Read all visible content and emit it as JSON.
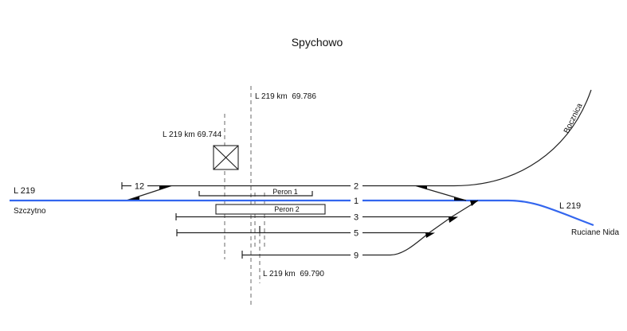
{
  "title": "Spychowo",
  "lines": {
    "left": {
      "name": "L 219",
      "destination": "Szczytno"
    },
    "right": {
      "name": "L 219",
      "destination": "Ruciane Nida"
    },
    "siding": "Bocznica"
  },
  "tracks": [
    {
      "number": "12"
    },
    {
      "number": "2"
    },
    {
      "number": "1"
    },
    {
      "number": "3"
    },
    {
      "number": "5"
    },
    {
      "number": "9"
    }
  ],
  "platforms": [
    {
      "label": "Peron 1"
    },
    {
      "label": "Peron 2"
    }
  ],
  "kilometers": [
    {
      "label": "L 219 km  69.786"
    },
    {
      "label": "L 219 km 69.744"
    },
    {
      "label": "L 219 km  69.790"
    }
  ],
  "colors": {
    "main_line": "#3366ee",
    "track": "#222222"
  }
}
